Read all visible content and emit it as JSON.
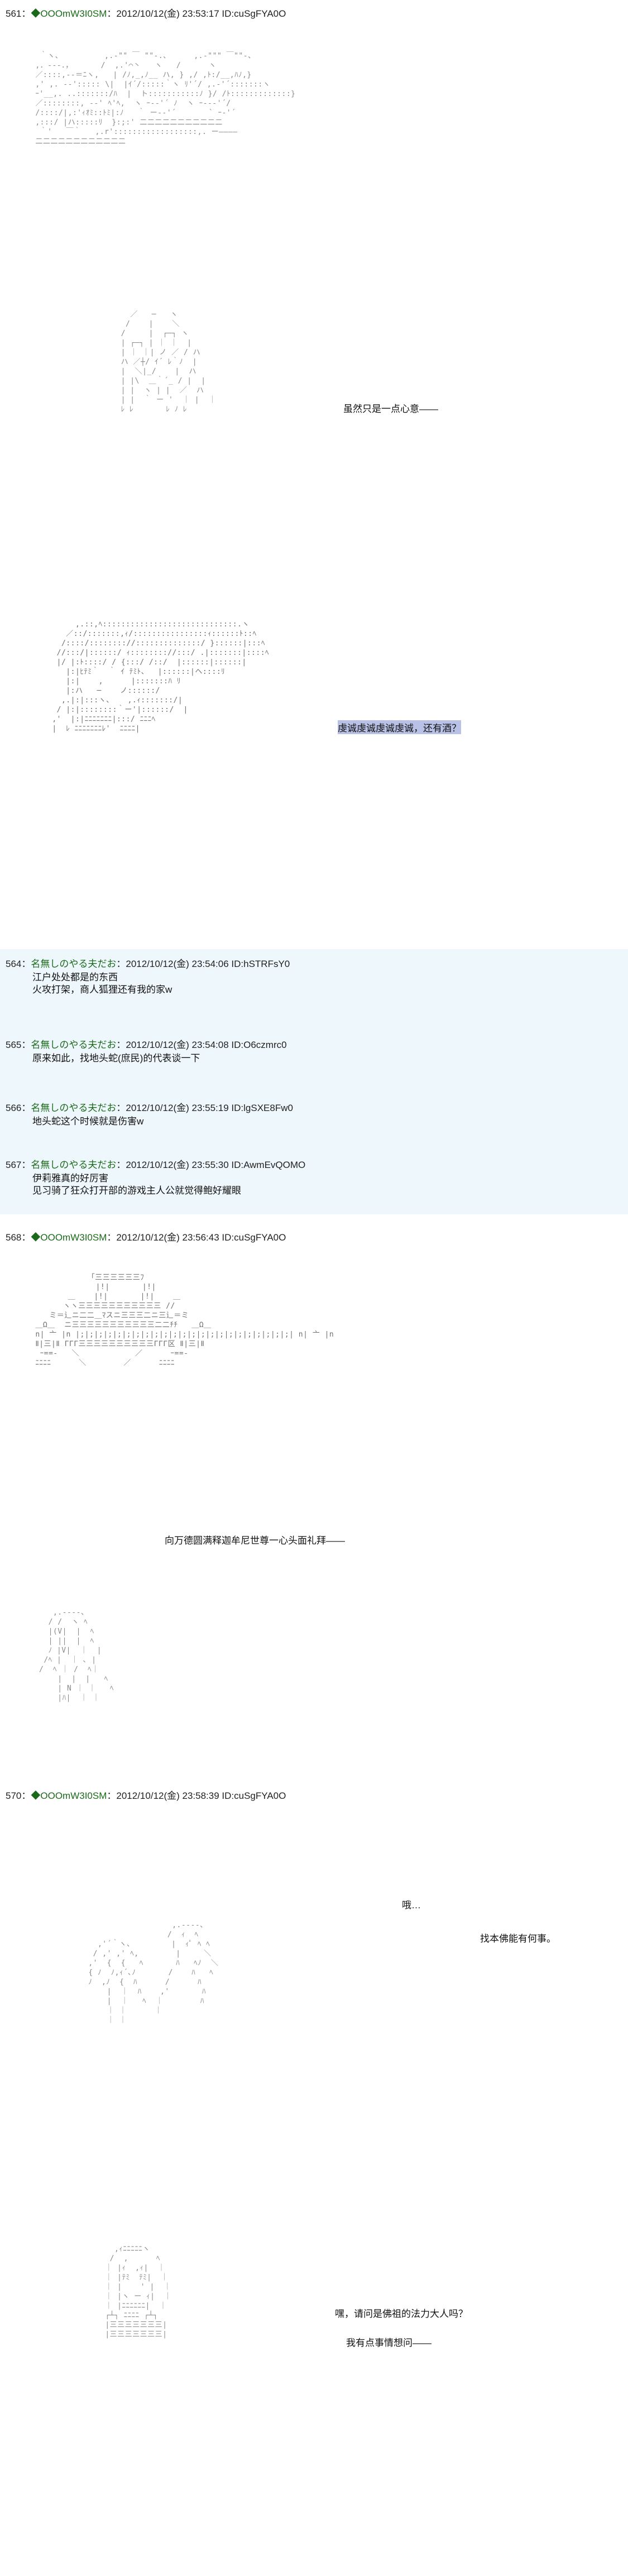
{
  "posts": [
    {
      "header": {
        "num": "561：",
        "name": "◆OOOmW3I0SM",
        "datetime": "：2012/10/12(金) 23:53:17 ID:cuSgFYA0O"
      },
      "aa": [
        "  ｀ヽ、         ,.-\"\" ￣ \"\"-.、     ,.-\"\"\" ￣\"\"-、\n ,．-‐-．，      /  ,.'⌒丶   ヽ   /      ヽ\n ／::::,-‐＝ﾆヽ,   | /ﾉ,_,ﾉ__ ハ, } ,/ ,ﾄ:/__,ﾊﾉ,}\n ,' ,. -‐'::::: \\|  |ｲ´/:::::｀ヽ ﾘ'´/ ,.-'´:::::::ヽ\n ｰ'__,. ..:::::::/ﾊ  |  ト:::::::::::ﾉ }/ /ﾄ:::::::::::::}\n ／::::::::, -‐' ﾍ'ﾍ,  ヽ ｰ-‐'´ ﾉ  ヽ ｰ--‐'´/\n /::::/|,:'ｨｵﾐ::ﾄﾐ|:ﾉ   ｀ ー-‐'´       ` ｰ‐'´\n ,:::/ |ハ:::::ﾘ  }:;:' 二二二二二二二二二二二\n  ｀'   ￣｀   ,.r'::::::::::::::::::,. ー――――\n 二二二二二二二二二二二二",
        "    ／   ─   ヽ\n   /    |    ＼\n  /     |  ┌─┐ ヽ\n  | ┌─┐ | ｜ ｜  |\n  | ｜ ｜| ノ ／ / ハ\n  ハ ／┼/ ｲ´ ﾚ｀ﾉ  |\n  |  ＼|_/    |  ハ\n  | |\\  ＿｀´_ / |  |\n  | |  ヽ | |  ／  ハ\n  | |  ｀ ー '  ｜ |  ｜\n  ﾚ ﾚ       ﾚ ﾉ ﾚ",
        "      ,.::,ﾍ:::::::::::::::::::::::::::::.ヽ\n    ／::/:::::::,ｨ/::::::::::::::::ｨ::::::ﾄ::ﾍ\n   /::::/:::::::://::::::::::::::/ }::::::|:::ﾍ\n  //:::/|::::::/ ｨ:::::::://:::/ .|:::::::|::::ﾍ\n  |/ |:ﾄ::::/ / {:::/ /::/  |::::::|::::::|\n    |:|ﾋﾃﾐ｀  ｀ ｲ ﾃﾐﾄ、  |::::::|ヘ::::ﾘ\n    |:|    ,      |:::::::ﾊ ﾘ\n    |:ハ   ─    ノ::::::/\n   ,.|:|:::ヽ、   ,.ｨ:::::::/|\n  / |:|::::::::｀ー'|::::::/  |\n ,'  |:|ﾆﾆﾆﾆﾆﾆﾆ|:::/ ﾆﾆﾆﾍ\n |  ﾚ ﾆﾆﾆﾆﾆﾆﾆﾚ'  ﾆﾆﾆﾆ|"
      ],
      "dialogue": [
        "虽然只是一点心意――",
        "虔诚虔诚虔诚虔诚，还有酒？"
      ]
    },
    {
      "header": {
        "num": "564：",
        "name": "名無しのやる夫だお",
        "datetime": "：2012/10/12(金) 23:54:06 ID:hSTRFsY0"
      },
      "body": [
        "江户处处都是的东西",
        "火攻打架，商人狐狸还有我的家w"
      ]
    },
    {
      "header": {
        "num": "565：",
        "name": "名無しのやる夫だお",
        "datetime": "：2012/10/12(金) 23:54:08 ID:O6czmrc0"
      },
      "body": [
        "原来如此，找地头蛇(庶民)的代表谈一下"
      ]
    },
    {
      "header": {
        "num": "566：",
        "name": "名無しのやる夫だお",
        "datetime": "：2012/10/12(金) 23:55:19 ID:lgSXE8Fw0"
      },
      "body": [
        "地头蛇这个时候就是伤害w"
      ]
    },
    {
      "header": {
        "num": "567：",
        "name": "名無しのやる夫だお",
        "datetime": "：2012/10/12(金) 23:55:30 ID:AwmEvQOMO"
      },
      "body": [
        "伊莉雅真的好厉害",
        "见习骑了狂众打开部的游戏主人公就觉得鲍好耀眼"
      ]
    },
    {
      "header": {
        "num": "568：",
        "name": "◆OOOmW3I0SM",
        "datetime": "：2012/10/12(金) 23:56:43 ID:cuSgFYA0O"
      },
      "aa": [
        "             ｢三三三三三三ﾌ\n              |!|       |!|\n        ＿    |!|       |!|    ＿\n       ヽヽ三三三三三三三三三三三 // \n    ミ＝辶ニ二二＿ﾏスニ三三三二ニ三辶＝ミ\n ＿Ω＿  ニ三三三三三三三三三三三二二ﾁﾁ   ＿Ω＿\n n| 亠 |n |;|;|;|;|;|;|;|;|;|;|;|;|;|;|;|;|;|;|;|;|;|;|;| n| 亠 |n\n Ⅱ|三|Ⅱ ΓΓΓ三三三三三三三三三三ΓΓΓ区 Ⅱ|三|Ⅱ\n  ｰ==-   ＼            ／      ｰ==-\n ﾆﾆﾆﾆ      ＼        ／      ﾆﾆﾆﾆ",
        "   ,.-‐‐-、\n  / /  ヽ ﾍ\n  |(V|  |  ﾍ\n  | ||  |  ﾍ\n  ﾉ |V|  ｜  |\n /ﾍ |  ｜ ､ |\n/  ﾍ ｜ /  ﾍ｜\n    |  |  |   ﾍ\n    | N ｜ ｜   ﾍ\n    |ﾊ|  ｜ ｜"
      ],
      "dialogue": [
        "向万德圆满释迦牟尼世尊一心头面礼拜――"
      ]
    },
    {
      "header": {
        "num": "570：",
        "name": "◆OOOmW3I0SM",
        "datetime": "：2012/10/12(金) 23:58:39 ID:cuSgFYA0O"
      },
      "aa": [
        "                   ,.-‐‐-、\n                  /  ｨ  ﾍ\n   ,'´｀ヽ、        |  ｨﾟ ﾍ ﾍ\n  / ,' ,' ﾍ,        |     ＼\n ,'  {  {   ﾍ       ﾊ   ﾍﾉ  ＼\n { ﾉ  ﾉ,ｨ´､ﾉ       /    ﾊ   ﾍ\n ﾉ  ,ﾉ  {  ﾊ      /      ﾊ\n     |  ｜  ﾊ    ,'       ﾊ\n     |  ｜   ﾍ  ｜        ﾊ\n     ｜ ｜      ｜\n     ｜ ｜",
        "   ,ｨﾆﾆﾆﾆﾆヽ\n  /  ,      ﾍ\n ｜ |ｨ  ,ｨ|  ｜\n ｜ |ﾃﾐ  ﾃﾐ|  ｜\n ｜ |    ' |  ｜\n ｜ |ヽ ー ｨ|  ｜\n ｜ |ﾆﾆﾆﾆﾆﾆ|  ｜\n ┌┴┐ ﾆﾆﾆﾆ ┌┴┐\n |三三三三三三三|\n |三三三三三三三|"
      ],
      "dialogue": [
        "哦…",
        "找本佛能有何事。",
        "嘿，请问是佛祖的法力大人吗？",
        "我有点事情想问――"
      ]
    }
  ]
}
